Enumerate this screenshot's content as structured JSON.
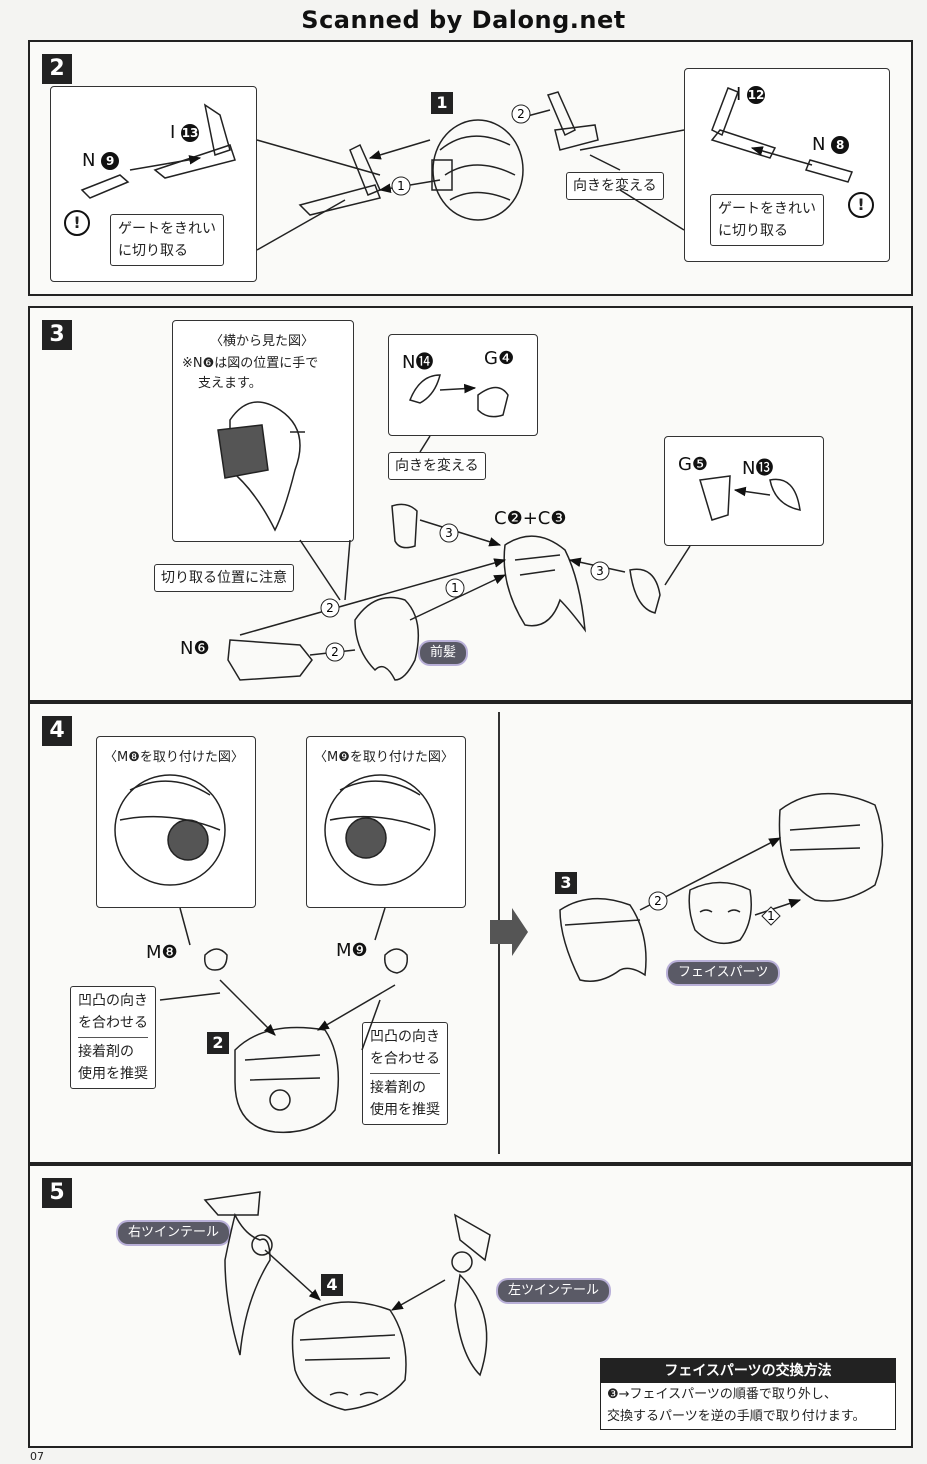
{
  "header": {
    "watermark": "Scanned by Dalong.net"
  },
  "page_number": "07",
  "steps": {
    "s2": {
      "number": "2",
      "parts": {
        "i13": "I",
        "n9": "N",
        "i12": "I",
        "n8": "N",
        "i13_num": "13",
        "n9_num": "9",
        "i12_num": "12",
        "n8_num": "8"
      },
      "gate_label": [
        "ゲートをきれい",
        "に切り取る"
      ],
      "gate_label_right": [
        "ゲートをきれい",
        "に切り取る"
      ],
      "rotate_label": "向きを変える",
      "order": [
        "1",
        "2"
      ],
      "sub_step": "1",
      "warn": "!"
    },
    "s3": {
      "number": "3",
      "side_view_title": "〈横から見た図〉",
      "side_view_note": [
        "※N❻は図の位置に手で",
        "支えます。"
      ],
      "rotate_label": "向きを変える",
      "cut_label": "切り取る位置に注意",
      "bangs_label": "前髪",
      "parts": {
        "n14": "N⓮",
        "g4": "G❹",
        "g5": "G❺",
        "n13": "N⓭",
        "c2c3": "C❷+C❸",
        "n6": "N❻"
      },
      "order": [
        "1",
        "2",
        "2",
        "3",
        "3"
      ]
    },
    "s4": {
      "number": "4",
      "view_m8": "〈M❽を取り付けた図〉",
      "view_m9": "〈M❾を取り付けた図〉",
      "parts": {
        "m8": "M❽",
        "m9": "M❾"
      },
      "align_label": [
        "凹凸の向き",
        "を合わせる"
      ],
      "glue_label": [
        "接着剤の",
        "使用を推奨"
      ],
      "align_label_r": [
        "凹凸の向き",
        "を合わせる"
      ],
      "glue_label_r": [
        "接着剤の",
        "使用を推奨"
      ],
      "sub_step_left": "2",
      "sub_step_right": "3",
      "face_parts_label": "フェイスパーツ",
      "order": [
        "1",
        "2"
      ]
    },
    "s5": {
      "number": "5",
      "right_tail": "右ツインテール",
      "left_tail": "左ツインテール",
      "sub_step": "4",
      "info_title": "フェイスパーツの交換方法",
      "info_lines": [
        "❸→フェイスパーツの順番で取り外し、",
        "交換するパーツを逆の手順で取り付けます。"
      ]
    }
  }
}
